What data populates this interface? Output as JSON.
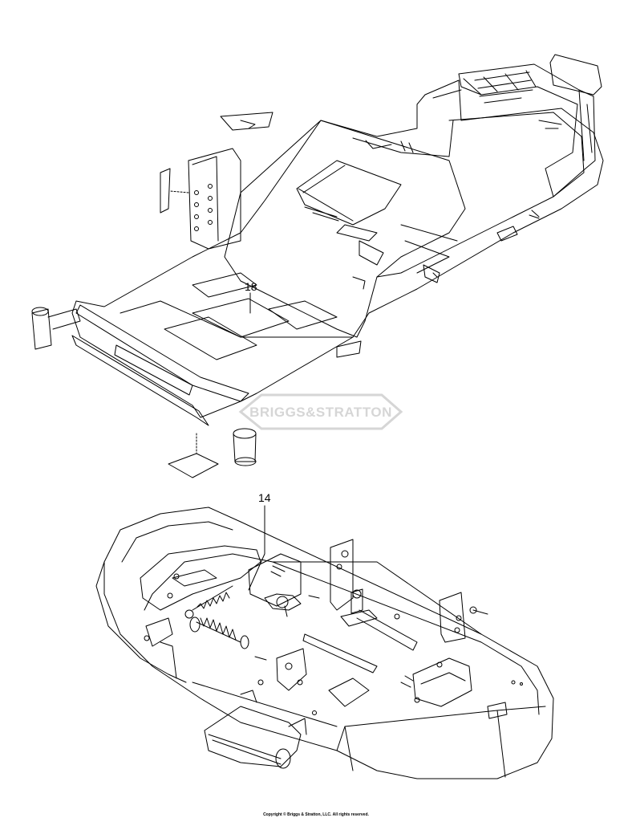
{
  "callouts": {
    "chassis": "18",
    "deck": "14"
  },
  "watermark": {
    "text": "BRIGGS&STRATTON"
  },
  "footer": {
    "copyright": "Copyright © Briggs & Stratton, LLC. All rights reserved."
  },
  "colors": {
    "line": "#000000",
    "watermark": "#d6d6d6",
    "background": "#ffffff"
  }
}
